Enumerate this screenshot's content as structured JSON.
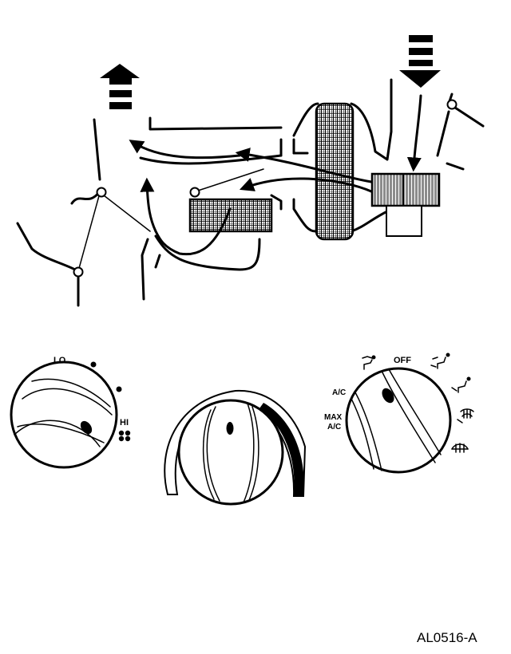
{
  "fan_knob": {
    "low_label": "LO",
    "high_label": "HI"
  },
  "mode_knob": {
    "off_label": "OFF",
    "ac_label": "A/C",
    "max_label": "MAX",
    "max_ac_label": "A/C"
  },
  "figure_id": "AL0516-A",
  "icons": [
    "fan-icon",
    "panel-vent-icon",
    "floor-vent-icon",
    "defrost-icon",
    "rear-defrost-icon",
    "airflow-arrow-icon"
  ]
}
